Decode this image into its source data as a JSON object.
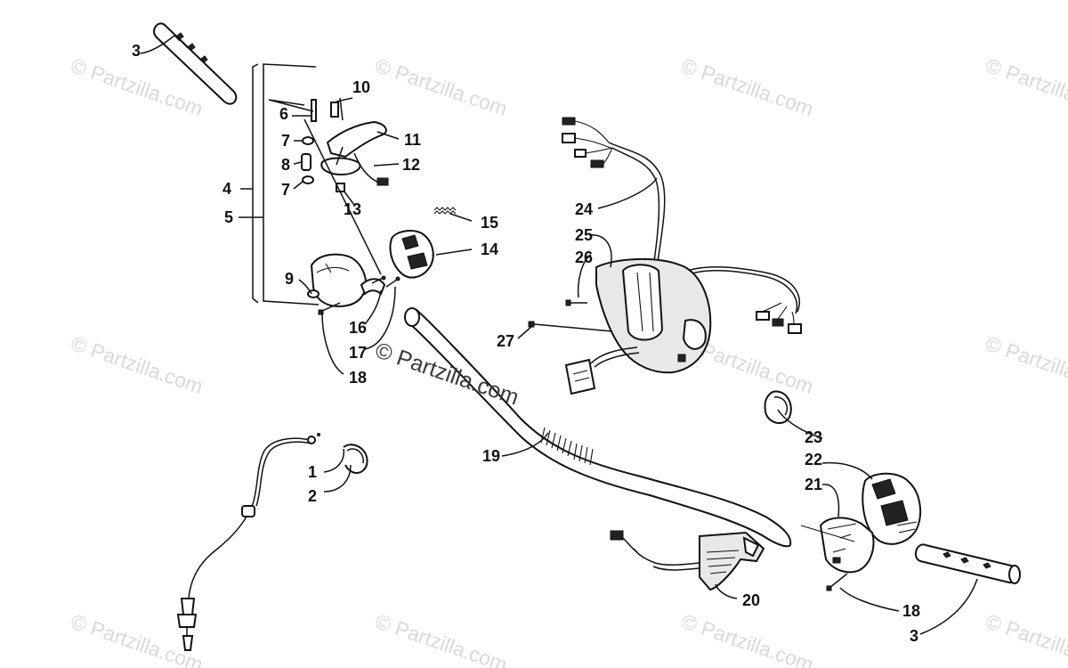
{
  "watermarks": {
    "repeat_text": "© Partzilla.com",
    "center_text": "© Partzilla.com"
  },
  "callouts": [
    "1",
    "2",
    "3",
    "4",
    "5",
    "6",
    "7",
    "8",
    "9",
    "10",
    "11",
    "12",
    "13",
    "14",
    "15",
    "16",
    "17",
    "18",
    "19",
    "20",
    "21",
    "22",
    "23",
    "24",
    "25",
    "26",
    "27"
  ],
  "callout_instances": [
    {
      "number": "3",
      "part": "left-handlebar-grip"
    },
    {
      "number": "4",
      "part": "throttle-cable-assembly"
    },
    {
      "number": "5",
      "part": "throttle-lever-assembly"
    },
    {
      "number": "6",
      "part": "pivot-pin"
    },
    {
      "number": "7",
      "part": "washer-upper"
    },
    {
      "number": "8",
      "part": "bushing"
    },
    {
      "number": "7",
      "part": "washer-lower"
    },
    {
      "number": "9",
      "part": "throttle-housing"
    },
    {
      "number": "10",
      "part": "throttle-lever"
    },
    {
      "number": "11",
      "part": "throttle-switch-clip"
    },
    {
      "number": "12",
      "part": "throttle-switch-harness"
    },
    {
      "number": "13",
      "part": "retainer"
    },
    {
      "number": "14",
      "part": "left-switch-housing"
    },
    {
      "number": "15",
      "part": "spring"
    },
    {
      "number": "16",
      "part": "screw-a"
    },
    {
      "number": "17",
      "part": "screw-b"
    },
    {
      "number": "18",
      "part": "housing-screw-left"
    },
    {
      "number": "19",
      "part": "handlebar"
    },
    {
      "number": "20",
      "part": "hand-warmer-element"
    },
    {
      "number": "21",
      "part": "right-switch-housing"
    },
    {
      "number": "22",
      "part": "right-switch-assembly"
    },
    {
      "number": "23",
      "part": "hose-clamp-right"
    },
    {
      "number": "24",
      "part": "wiring-harness"
    },
    {
      "number": "25",
      "part": "handlebar-pad"
    },
    {
      "number": "26",
      "part": "screw-c"
    },
    {
      "number": "27",
      "part": "screw-d"
    },
    {
      "number": "1",
      "part": "brake-cable"
    },
    {
      "number": "2",
      "part": "hose-clamp-left"
    },
    {
      "number": "18",
      "part": "housing-screw-right"
    },
    {
      "number": "3",
      "part": "right-handlebar-grip"
    }
  ]
}
